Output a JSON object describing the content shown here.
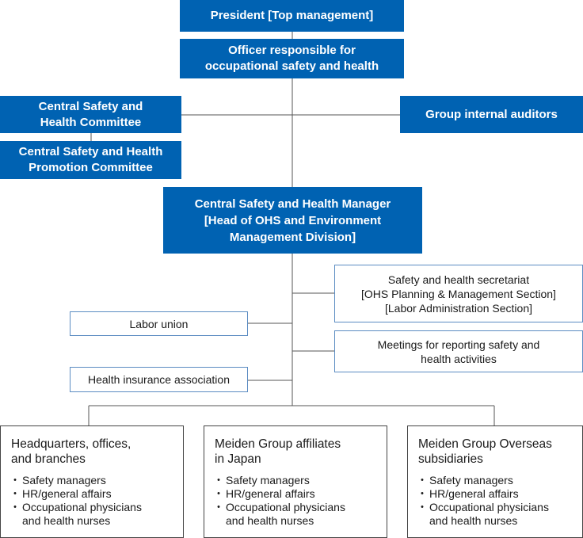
{
  "president": "President [Top management]",
  "officer": [
    "Officer responsible for",
    "occupational safety and health"
  ],
  "central_committee": [
    "Central Safety and",
    "Health Committee"
  ],
  "promotion_committee": [
    "Central Safety and Health",
    "Promotion Committee"
  ],
  "auditors": "Group internal auditors",
  "manager": [
    "Central Safety and Health Manager",
    "[Head of OHS and Environment",
    "Management Division]"
  ],
  "secretariat": [
    "Safety and health secretariat",
    "[OHS Planning & Management Section]",
    "[Labor Administration Section]"
  ],
  "labor_union": "Labor union",
  "meetings": [
    "Meetings for reporting safety and",
    "health activities"
  ],
  "insurance": "Health insurance association",
  "units": [
    {
      "title": [
        "Headquarters, offices,",
        "and branches"
      ],
      "items": [
        "Safety managers",
        "HR/general affairs",
        "Occupational physicians",
        "and health nurses"
      ]
    },
    {
      "title": [
        "Meiden Group affiliates",
        "in Japan"
      ],
      "items": [
        "Safety managers",
        "HR/general affairs",
        "Occupational physicians",
        "and health nurses"
      ]
    },
    {
      "title": [
        "Meiden Group Overseas",
        "subsidiaries"
      ],
      "items": [
        "Safety managers",
        "HR/general affairs",
        "Occupational physicians",
        "and health nurses"
      ]
    }
  ],
  "colors": {
    "primary": "#0062b2",
    "outline": "#5b8cc2",
    "line": "#555555"
  }
}
